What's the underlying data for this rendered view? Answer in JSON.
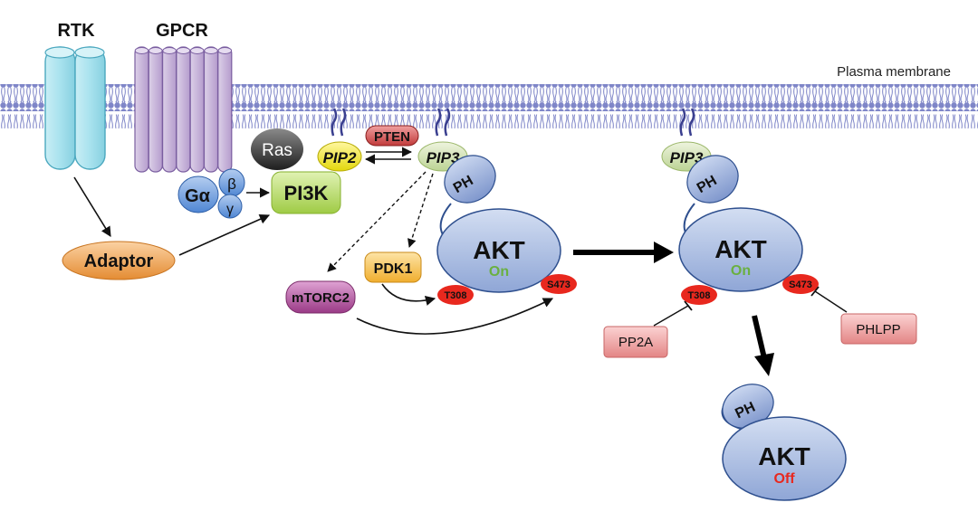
{
  "labels": {
    "rtk": "RTK",
    "gpcr": "GPCR",
    "membrane": "Plasma membrane",
    "adaptor": "Adaptor",
    "ras": "Ras",
    "g_alpha": "Gα",
    "g_beta": "β",
    "g_gamma": "γ",
    "pi3k": "PI3K",
    "pip2": "PIP2",
    "pten": "PTEN",
    "pip3_a": "PIP3",
    "pip3_b": "PIP3",
    "ph_a": "PH",
    "ph_b": "PH",
    "ph_c": "PH",
    "akt_a": "AKT",
    "akt_b": "AKT",
    "akt_c": "AKT",
    "on_a": "On",
    "on_b": "On",
    "off": "Off",
    "pdk1": "PDK1",
    "mtorc2": "mTORC2",
    "t308_a": "T308",
    "s473_a": "S473",
    "t308_b": "T308",
    "s473_b": "S473",
    "pp2a": "PP2A",
    "phlpp": "PHLPP"
  },
  "colors": {
    "membrane": "#7f86c8",
    "rtk": "#a8e2ee",
    "gpcr": "#c7b3d9",
    "adaptor": "#f2a860",
    "pi3k": "#b8dc6a",
    "ras": "#444444",
    "pip2": "#f1e82a",
    "pten": "#d95555",
    "pip3": "#d4e4b5",
    "akt": "#a9bce0",
    "pdk1": "#f7c766",
    "mtorc2": "#b1559e",
    "phospho": "#e8281e",
    "inhibitor": "#f2a4a4",
    "on": "#6ab040",
    "off": "#e8281e"
  }
}
